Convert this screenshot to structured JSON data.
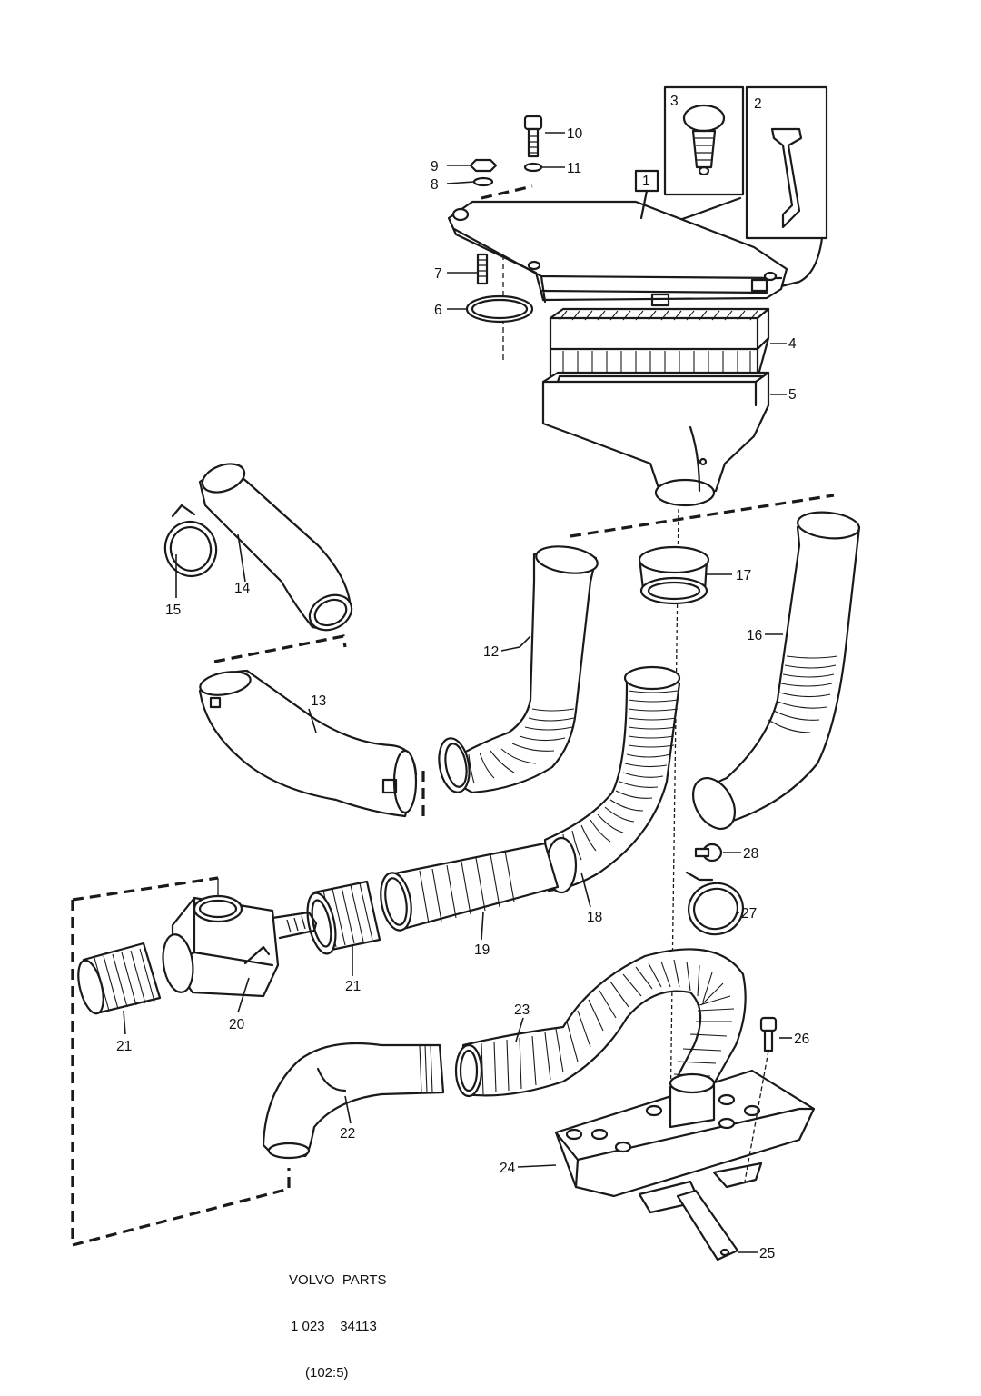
{
  "callouts": {
    "p1": "1",
    "p2": "2",
    "p3": "3",
    "p4": "4",
    "p5": "5",
    "p6": "6",
    "p7": "7",
    "p8": "8",
    "p9": "9",
    "p10": "10",
    "p11": "11",
    "p12": "12",
    "p13": "13",
    "p14": "14",
    "p15": "15",
    "p16": "16",
    "p17": "17",
    "p18": "18",
    "p19": "19",
    "p20": "20",
    "p21a": "21",
    "p21b": "21",
    "p22": "22",
    "p23": "23",
    "p24": "24",
    "p25": "25",
    "p26": "26",
    "p27": "27",
    "p28": "28"
  },
  "footer": {
    "line1": "VOLVO  PARTS",
    "line2": "1 023    34113",
    "line3": "(102:5)"
  }
}
